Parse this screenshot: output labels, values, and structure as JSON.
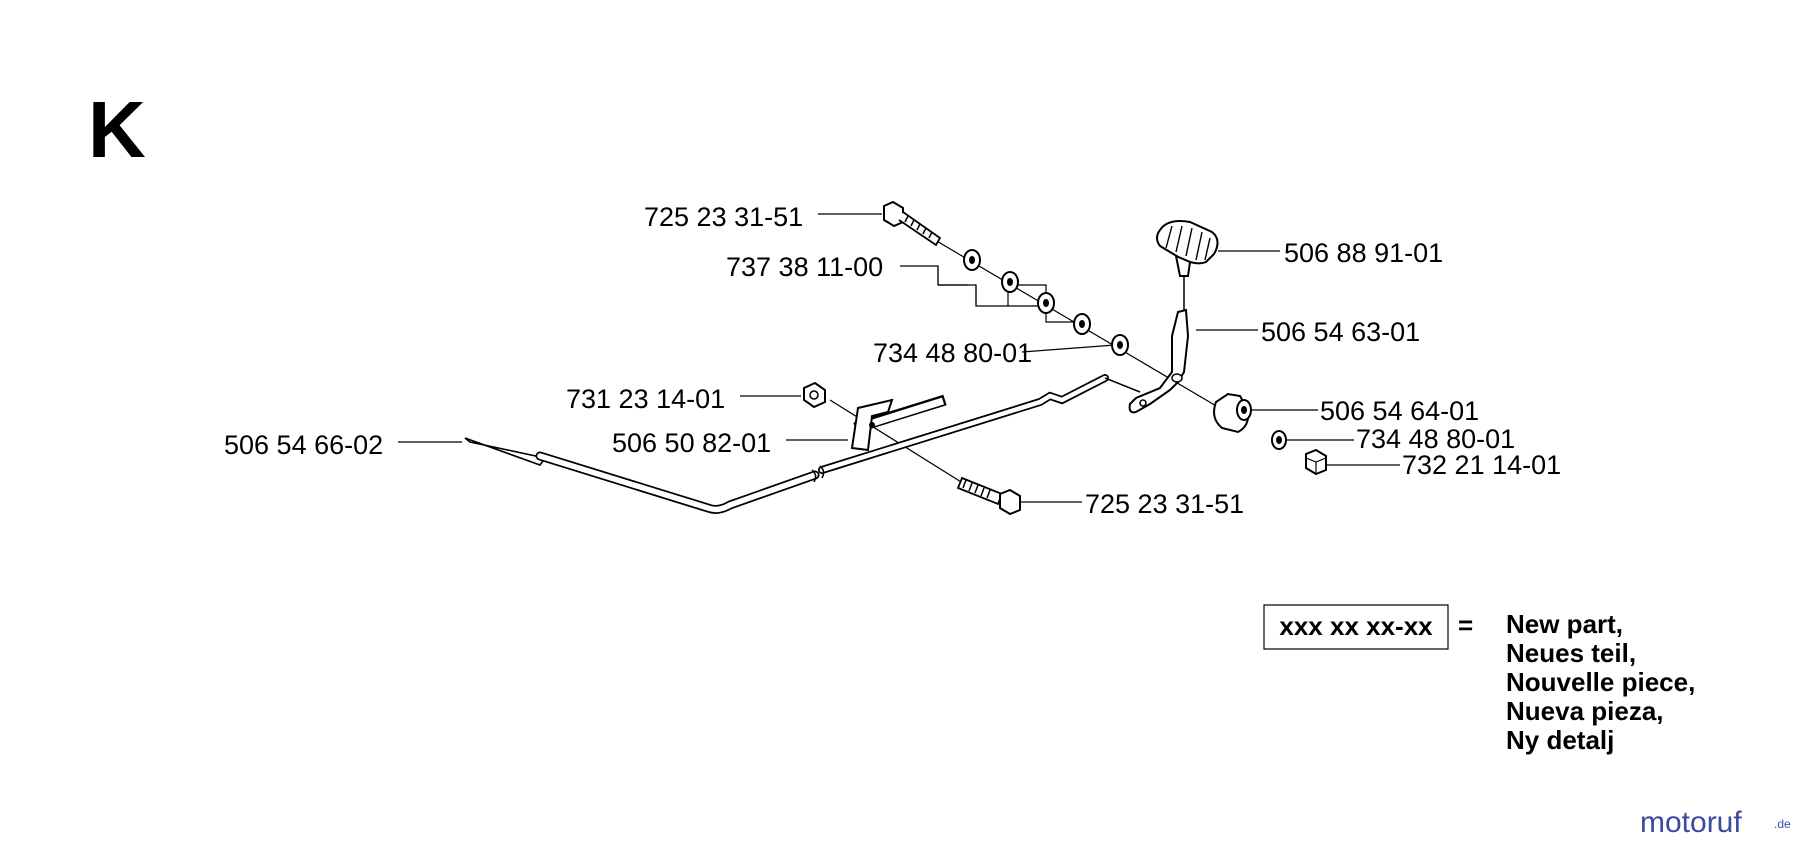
{
  "section_label": "K",
  "parts": {
    "bolt_top": "725 23 31-51",
    "washers": "737 38 11-00",
    "washer_left": "734 48 80-01",
    "nut_left": "731 23 14-01",
    "bracket": "506 50 82-01",
    "rod": "506 54 66-02",
    "bolt_bottom": "725 23 31-51",
    "handle_knob": "506 88 91-01",
    "lever": "506 54 63-01",
    "bushing": "506 54 64-01",
    "washer_right": "734 48 80-01",
    "nut_right": "732 21 14-01"
  },
  "legend": {
    "sample_number": "xxx xx xx-xx",
    "equals": "=",
    "lines": [
      "New part,",
      "Neues teil,",
      "Nouvelle piece,",
      "Nueva pieza,",
      "Ny detalj"
    ]
  },
  "watermark": {
    "brand": "motoruf",
    "suffix": ".de",
    "colors": {
      "primary": "#3a4aa0",
      "accent": "#d04040"
    }
  }
}
